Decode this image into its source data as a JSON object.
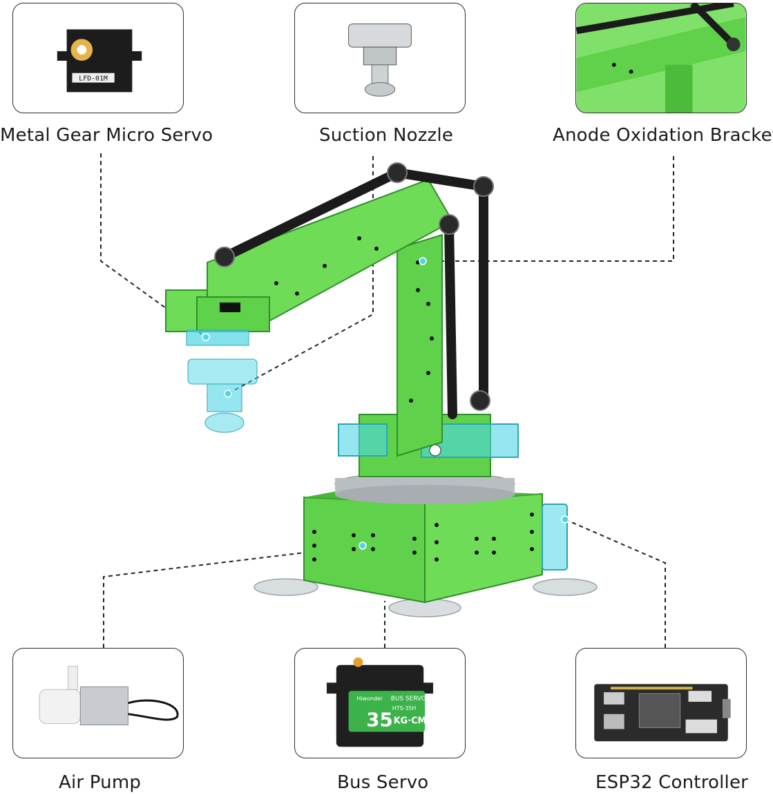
{
  "components": {
    "servo_micro": {
      "label": "Metal Gear Micro Servo",
      "chip_text": "LFD-01M"
    },
    "nozzle": {
      "label": "Suction Nozzle"
    },
    "bracket": {
      "label": "Anode Oxidation Bracket"
    },
    "pump": {
      "label": "Air Pump"
    },
    "bus_servo": {
      "label": "Bus Servo",
      "brand": "Hiwonder",
      "title": "BUS SERVO",
      "model": "HTS-35H",
      "torque": "35",
      "unit": "KG·CM"
    },
    "esp32": {
      "label": "ESP32 Controller"
    }
  },
  "colors": {
    "arm_green": "#5fd14a",
    "arm_green_dark": "#2f8f2a",
    "highlight_cyan": "#4fd6e6",
    "link_black": "#1b1b1b",
    "leader_line": "#222222"
  }
}
